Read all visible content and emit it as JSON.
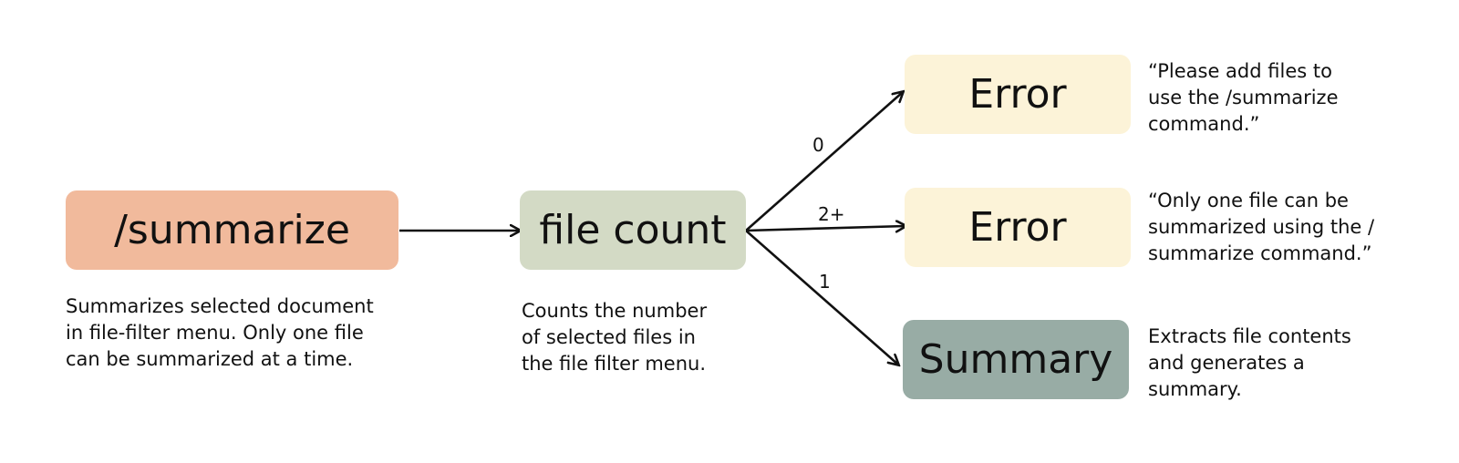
{
  "nodes": {
    "summarize": {
      "label": "/summarize",
      "color": "#F1BA9C"
    },
    "file_count": {
      "label": "file count",
      "color": "#D3DAC5"
    },
    "error_zero": {
      "label": "Error",
      "color": "#FCF3D8"
    },
    "error_many": {
      "label": "Error",
      "color": "#FCF3D8"
    },
    "summary": {
      "label": "Summary",
      "color": "#98ACA5"
    }
  },
  "descriptions": {
    "summarize": "Summarizes selected document\nin file-filter menu. Only one file\ncan be summarized at a time.",
    "file_count": "Counts the number\nof selected files in\nthe file filter menu.",
    "error_zero": "“Please add files to\nuse the /summarize\ncommand.”",
    "error_many": "“Only one file can be\nsummarized using the /\nsummarize command.”",
    "summary": "Extracts file contents\nand generates a\nsummary."
  },
  "edges": {
    "zero": "0",
    "many": "2+",
    "one": "1"
  },
  "colors": {
    "stroke": "#111111"
  }
}
